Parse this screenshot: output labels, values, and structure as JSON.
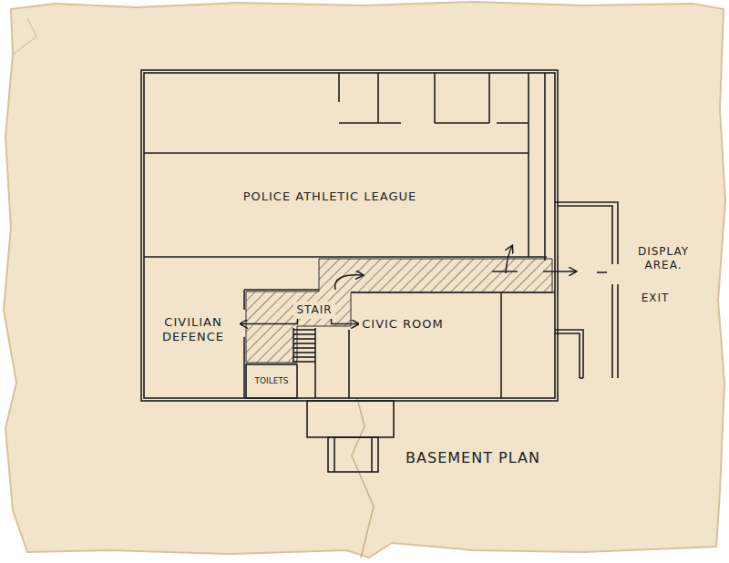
{
  "diagram": {
    "caption": "BASEMENT PLAN",
    "nodes": [
      {
        "text": [
          "POLICE ATHLETIC LEAGUE"
        ]
      },
      {
        "text": [
          "CIVILIAN DEFENCE"
        ]
      },
      {
        "text": [
          "STAIR"
        ]
      },
      {
        "text": [
          "CIVIC ROOM"
        ]
      },
      {
        "text": [
          "TOILETS"
        ]
      }
    ],
    "edges": [
      {
        "from": 2,
        "to": 1,
        "arrow": "to"
      },
      {
        "from": 2,
        "to": 3,
        "arrow": "to"
      }
    ],
    "labels": [
      "DISPLAY AREA.",
      "EXIT"
    ]
  }
}
